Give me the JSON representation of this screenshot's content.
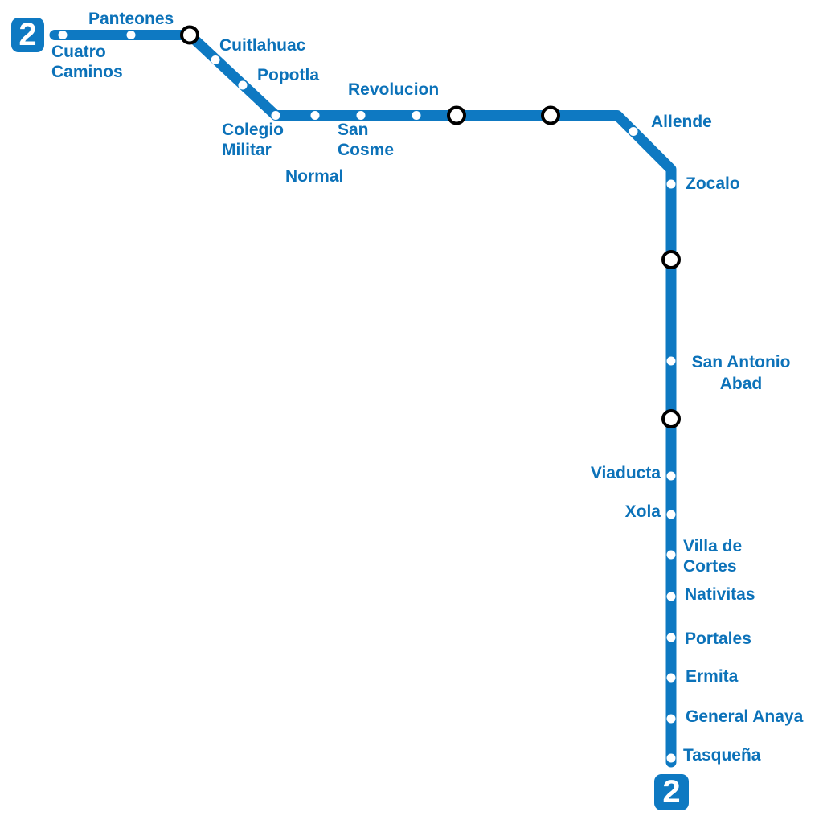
{
  "map": {
    "line_badge": "2",
    "terminals": {
      "start_badge": "2",
      "end_badge": "2"
    },
    "colors": {
      "line": "#0E79C2",
      "label_text": "#0C72B9",
      "badge_fill": "#0E79C2",
      "badge_text": "#FFFFFF",
      "station_dot": "#FFFFFF",
      "transfer_ring": "#000000",
      "background": "#FFFFFF"
    },
    "stations": [
      {
        "id": "cuatro-caminos",
        "label": "Cuatro\nCaminos",
        "transfer": false
      },
      {
        "id": "panteones",
        "label": "Panteones",
        "transfer": false
      },
      {
        "id": "transfer-a",
        "label": "",
        "transfer": true
      },
      {
        "id": "cuitlahuac",
        "label": "Cuitlahuac",
        "transfer": false
      },
      {
        "id": "popotla",
        "label": "Popotla",
        "transfer": false
      },
      {
        "id": "colegio-militar",
        "label": "Colegio\nMilitar",
        "transfer": false
      },
      {
        "id": "normal",
        "label": "Normal",
        "transfer": false
      },
      {
        "id": "san-cosme",
        "label": "San\nCosme",
        "transfer": false
      },
      {
        "id": "revolucion",
        "label": "Revolucion",
        "transfer": false
      },
      {
        "id": "transfer-b",
        "label": "",
        "transfer": true
      },
      {
        "id": "transfer-c",
        "label": "",
        "transfer": true
      },
      {
        "id": "allende",
        "label": "Allende",
        "transfer": false
      },
      {
        "id": "zocalo",
        "label": "Zocalo",
        "transfer": false
      },
      {
        "id": "transfer-d",
        "label": "",
        "transfer": true
      },
      {
        "id": "san-antonio-abad",
        "label": "San Antonio\nAbad",
        "transfer": false
      },
      {
        "id": "transfer-e",
        "label": "",
        "transfer": true
      },
      {
        "id": "viaducta",
        "label": "Viaducta",
        "transfer": false
      },
      {
        "id": "xola",
        "label": "Xola",
        "transfer": false
      },
      {
        "id": "villa-de-cortes",
        "label": "Villa de\nCortes",
        "transfer": false
      },
      {
        "id": "nativitas",
        "label": "Nativitas",
        "transfer": false
      },
      {
        "id": "portales",
        "label": "Portales",
        "transfer": false
      },
      {
        "id": "ermita",
        "label": "Ermita",
        "transfer": false
      },
      {
        "id": "general-anaya",
        "label": "General Anaya",
        "transfer": false
      },
      {
        "id": "tasquena",
        "label": "Tasqueña",
        "transfer": false
      }
    ]
  }
}
